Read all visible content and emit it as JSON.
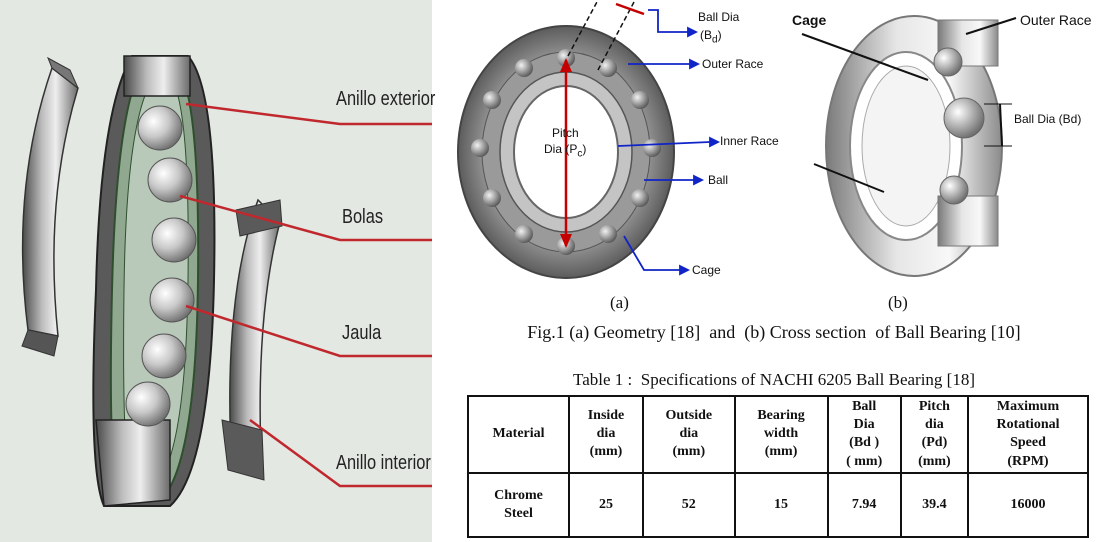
{
  "left_figure": {
    "labels": [
      "Anillo exterior",
      "Bolas",
      "Jaula",
      "Anillo interior"
    ]
  },
  "figure_a": {
    "annotations": {
      "ball_dia": "Ball Dia",
      "ball_dia_sym": "(B",
      "ball_dia_sub": "d",
      "ball_dia_close": ")",
      "outer_race": "Outer Race",
      "pitch": "Pitch",
      "pitch_dia": "Dia (P",
      "pitch_sub": "c",
      "pitch_close": ")",
      "inner_race": "Inner Race",
      "ball": "Ball",
      "cage": "Cage"
    },
    "sublabel": "(a)"
  },
  "figure_b": {
    "annotations": {
      "cage": "Cage",
      "outer_race": "Outer Race",
      "ball_dia": "Ball Dia (Bd)"
    },
    "sublabel": "(b)"
  },
  "caption": "Fig.1 (a) Geometry [18]  and  (b) Cross section  of Ball Bearing [10]",
  "table": {
    "caption": "Table 1 :  Specifications of NACHI 6205 Ball Bearing [18]",
    "headers": [
      [
        "Material"
      ],
      [
        "Inside",
        "dia",
        "(mm)"
      ],
      [
        "Outside",
        "dia",
        "(mm)"
      ],
      [
        "Bearing",
        "width",
        "(mm)"
      ],
      [
        "Ball",
        "Dia",
        "(Bd )",
        "( mm)"
      ],
      [
        "Pitch",
        "dia",
        "(Pd)",
        "(mm)"
      ],
      [
        "Maximum",
        "Rotational",
        "Speed",
        "(RPM)"
      ]
    ],
    "row": [
      [
        "Chrome",
        "Steel"
      ],
      [
        "25"
      ],
      [
        "52"
      ],
      [
        "15"
      ],
      [
        "7.94"
      ],
      [
        "39.4"
      ],
      [
        "16000"
      ]
    ]
  }
}
